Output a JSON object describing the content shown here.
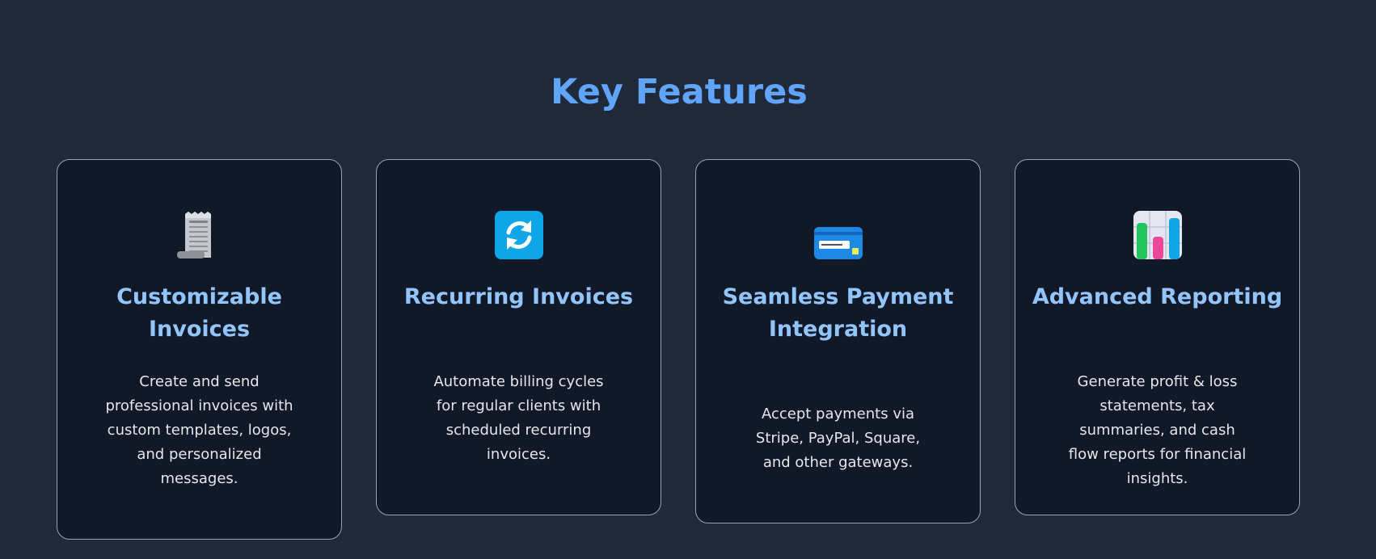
{
  "section": {
    "title": "Key Features"
  },
  "features": [
    {
      "icon": "receipt-icon",
      "title": "Customizable Invoices",
      "description": "Create and send professional invoices with custom templates, logos, and personalized messages."
    },
    {
      "icon": "refresh-icon",
      "title": "Recurring Invoices",
      "description": "Automate billing cycles for regular clients with scheduled recurring invoices."
    },
    {
      "icon": "credit-card-icon",
      "title": "Seamless Payment Integration",
      "description": "Accept payments via Stripe, PayPal, Square, and other gateways."
    },
    {
      "icon": "bar-chart-icon",
      "title": "Advanced Reporting",
      "description": "Generate profit & loss statements, tax summaries, and cash flow reports for financial insights."
    }
  ],
  "colors": {
    "background": "#202939",
    "card_background": "#111827",
    "card_border": "#9ca3af",
    "heading": "#60a5fa",
    "card_title": "#93c5fd",
    "body_text": "#e5e7eb"
  }
}
